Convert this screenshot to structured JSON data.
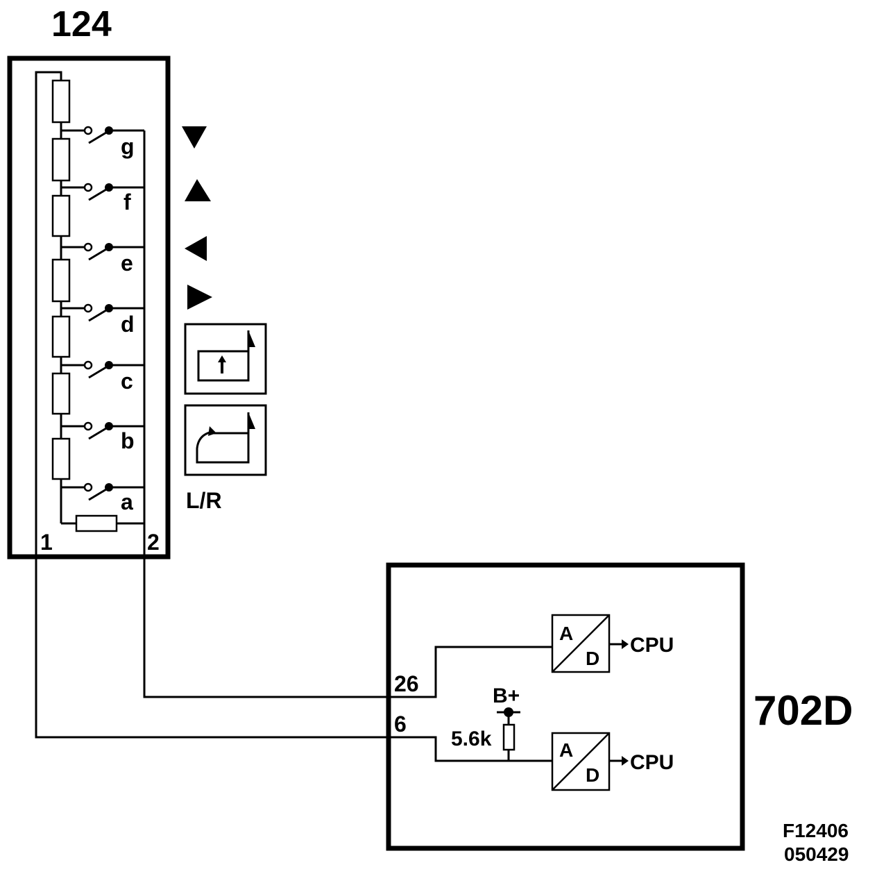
{
  "switch_unit": {
    "id": "124",
    "pin_left": "1",
    "pin_right": "2",
    "switches": [
      "g",
      "f",
      "e",
      "d",
      "c",
      "b",
      "a"
    ],
    "symbols": [
      "arrow-down",
      "arrow-up",
      "arrow-left",
      "arrow-right",
      "enter-key",
      "return-key"
    ],
    "side_label": "L/R"
  },
  "control_module": {
    "id": "702D",
    "pin_upper": "26",
    "pin_lower": "6",
    "supply_label": "B+",
    "resistor_value": "5.6k",
    "converter_in": "A",
    "converter_out": "D",
    "output_label": "CPU"
  },
  "figure": {
    "code": "F12406",
    "date": "050429"
  }
}
